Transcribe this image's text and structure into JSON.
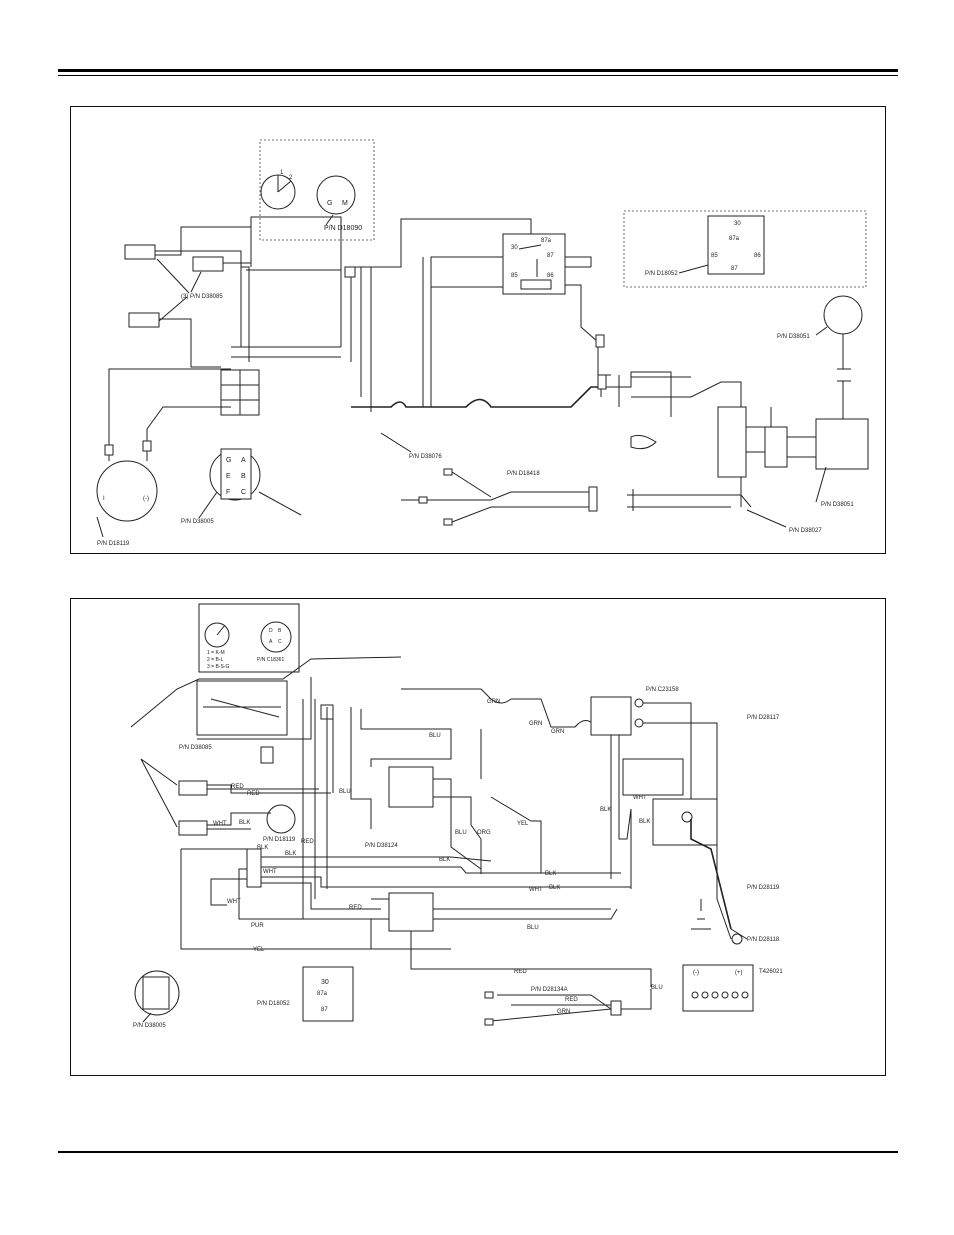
{
  "diagram_top": {
    "labels": {
      "hour_meter": "P/N D18090",
      "hour_meter_term_g": "G",
      "hour_meter_term_m": "M",
      "hour_meter_dial_1": "1",
      "hour_meter_dial_2": "2",
      "switches": "(3) P/N D38085",
      "relay_left_30": "30",
      "relay_left_87a": "87a",
      "relay_left_87": "87",
      "relay_left_85": "85",
      "relay_left_86": "86",
      "relay_right": "P/N D18052",
      "relay_right_30": "30",
      "relay_right_87a": "87a",
      "relay_right_85": "85",
      "relay_right_86": "86",
      "relay_right_87": "87",
      "harness": "P/N D38076",
      "horn": "P/N D38051",
      "module": "P/N D38051",
      "plug": "P/N D18418",
      "connector": "P/N D38027",
      "ignition": "P/N D38005",
      "ignition_pins": [
        "G",
        "A",
        "E",
        "B",
        "F",
        "C"
      ],
      "solenoid": "P/N D18119",
      "solenoid_left": "I",
      "solenoid_right": "(-)"
    }
  },
  "diagram_bottom": {
    "labels": {
      "inset_key": "P/N C18361",
      "inset_legend_1": "1 = K-M",
      "inset_legend_2": "2 = B-L",
      "inset_legend_3": "3 = B-S-G",
      "inset_pins": [
        "D",
        "B",
        "A",
        "C"
      ],
      "switch_pn": "P/N D38085",
      "solenoid_pn": "P/N D18119",
      "harness_pn": "P/N D38124",
      "starter_pn": "P/N C23158",
      "cable_1": "P/N D28117",
      "cable_2": "P/N D28119",
      "cable_3": "P/N D28118",
      "battery": "T426021",
      "battery_neg": "(-)",
      "battery_pos": "(+)",
      "relay_pn": "P/N D18052",
      "relay_30": "30",
      "relay_87a": "87a",
      "relay_87": "87",
      "plug_pn": "P/N D28134A",
      "ignition_pn": "P/N D38005",
      "wire_grn": "GRN",
      "wire_blu": "BLU",
      "wire_red": "RED",
      "wire_blk": "BLK",
      "wire_wht": "WHT",
      "wire_yel": "YEL",
      "wire_org": "ORG",
      "wire_pur": "PUR"
    }
  }
}
